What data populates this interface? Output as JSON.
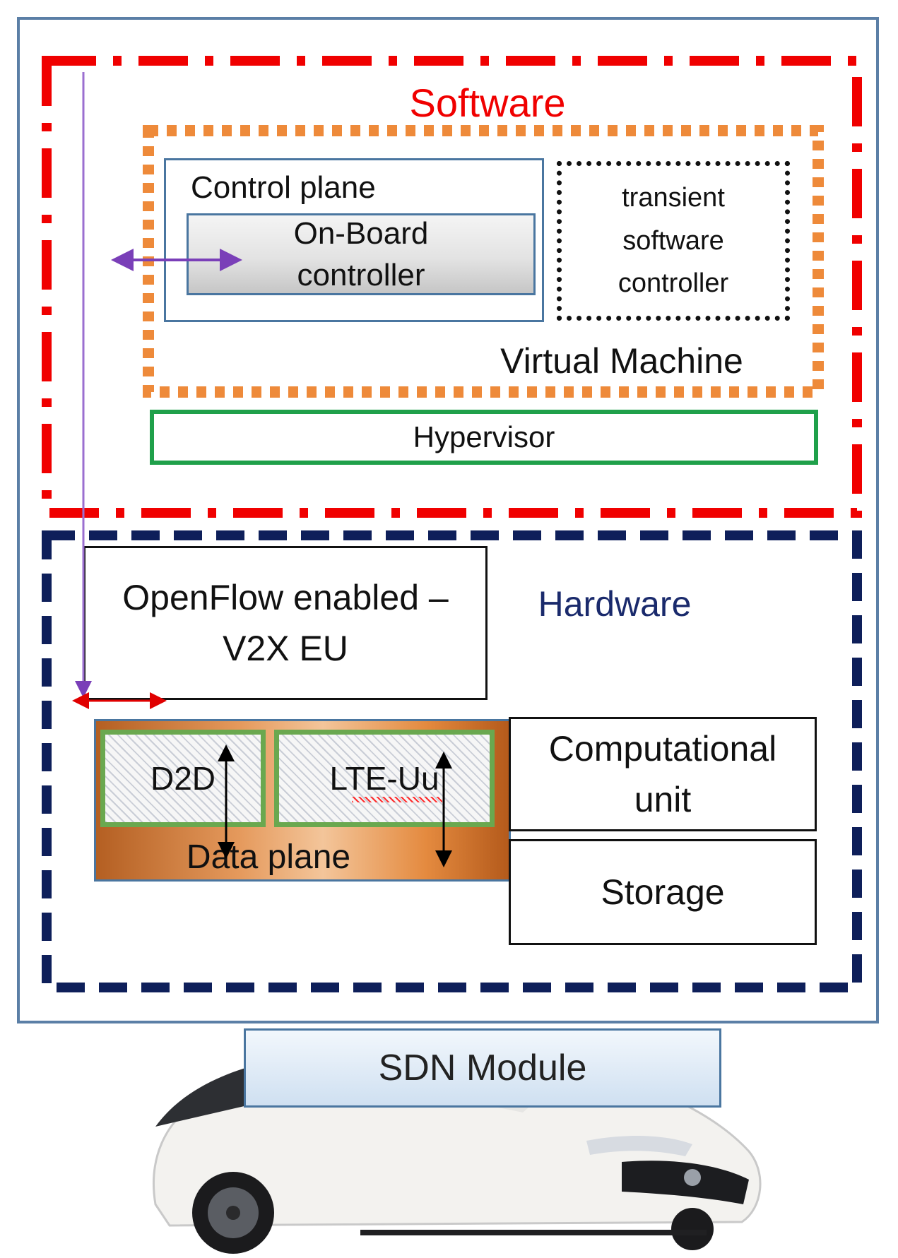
{
  "software": {
    "label": "Software"
  },
  "hardware": {
    "label": "Hardware"
  },
  "control_plane": {
    "label": "Control plane",
    "onboard_line1": "On-Board",
    "onboard_line2": "controller"
  },
  "transient": {
    "line1": "transient",
    "line2": "software",
    "line3": "controller"
  },
  "virtual_machine": {
    "label": "Virtual Machine"
  },
  "hypervisor": {
    "label": "Hypervisor"
  },
  "openflow": {
    "line1": "OpenFlow enabled –",
    "line2": "V2X EU"
  },
  "data_plane": {
    "label": "Data plane",
    "d2d": "D2D",
    "lte": "LTE-Uu"
  },
  "computational": {
    "line1": "Computational",
    "line2": "unit"
  },
  "storage": {
    "label": "Storage"
  },
  "sdn_module": {
    "label": "SDN Module"
  },
  "colors": {
    "software_border": "#f00000",
    "vm_border": "#ee8a3a",
    "hardware_border": "#0e1f5a",
    "hypervisor_border": "#1fa04a",
    "arrow_purple": "#7a3fb8",
    "arrow_red": "#e00000"
  }
}
